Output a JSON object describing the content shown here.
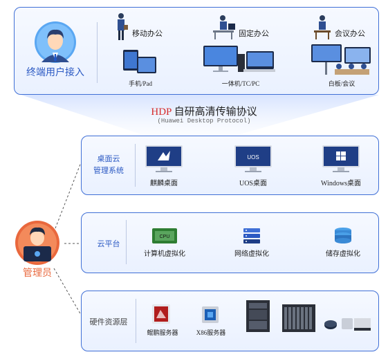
{
  "terminal": {
    "title": "终端用户接入",
    "scenarios": [
      "移动办公",
      "固定办公",
      "会议办公"
    ],
    "devices": [
      "手机/Pad",
      "一体机/TC/PC",
      "白板/会议"
    ]
  },
  "protocol": {
    "name_prefix": "HDP",
    "name_rest": " 自研高清传输协议",
    "subtitle": "(Huawei Desktop Protocol)"
  },
  "admin": {
    "label": "管理员"
  },
  "layers": [
    {
      "title_lines": [
        "桌面云",
        "管理系统"
      ],
      "items": [
        "麒麟桌面",
        "UOS桌面",
        "Windows桌面"
      ]
    },
    {
      "title_lines": [
        "云平台"
      ],
      "items": [
        "计算机虚拟化",
        "网络虚拟化",
        "储存虚拟化"
      ]
    },
    {
      "title_lines": [
        "硬件资源层"
      ],
      "items": [
        "鲲鹏服务器",
        "X86服务器"
      ]
    }
  ],
  "icons": {
    "uos_screen": "UOS",
    "cpu_chip": "CPU"
  },
  "colors": {
    "accent": "#3f6fd6",
    "admin": "#e9683d",
    "protocol_red": "#d62b2b"
  }
}
